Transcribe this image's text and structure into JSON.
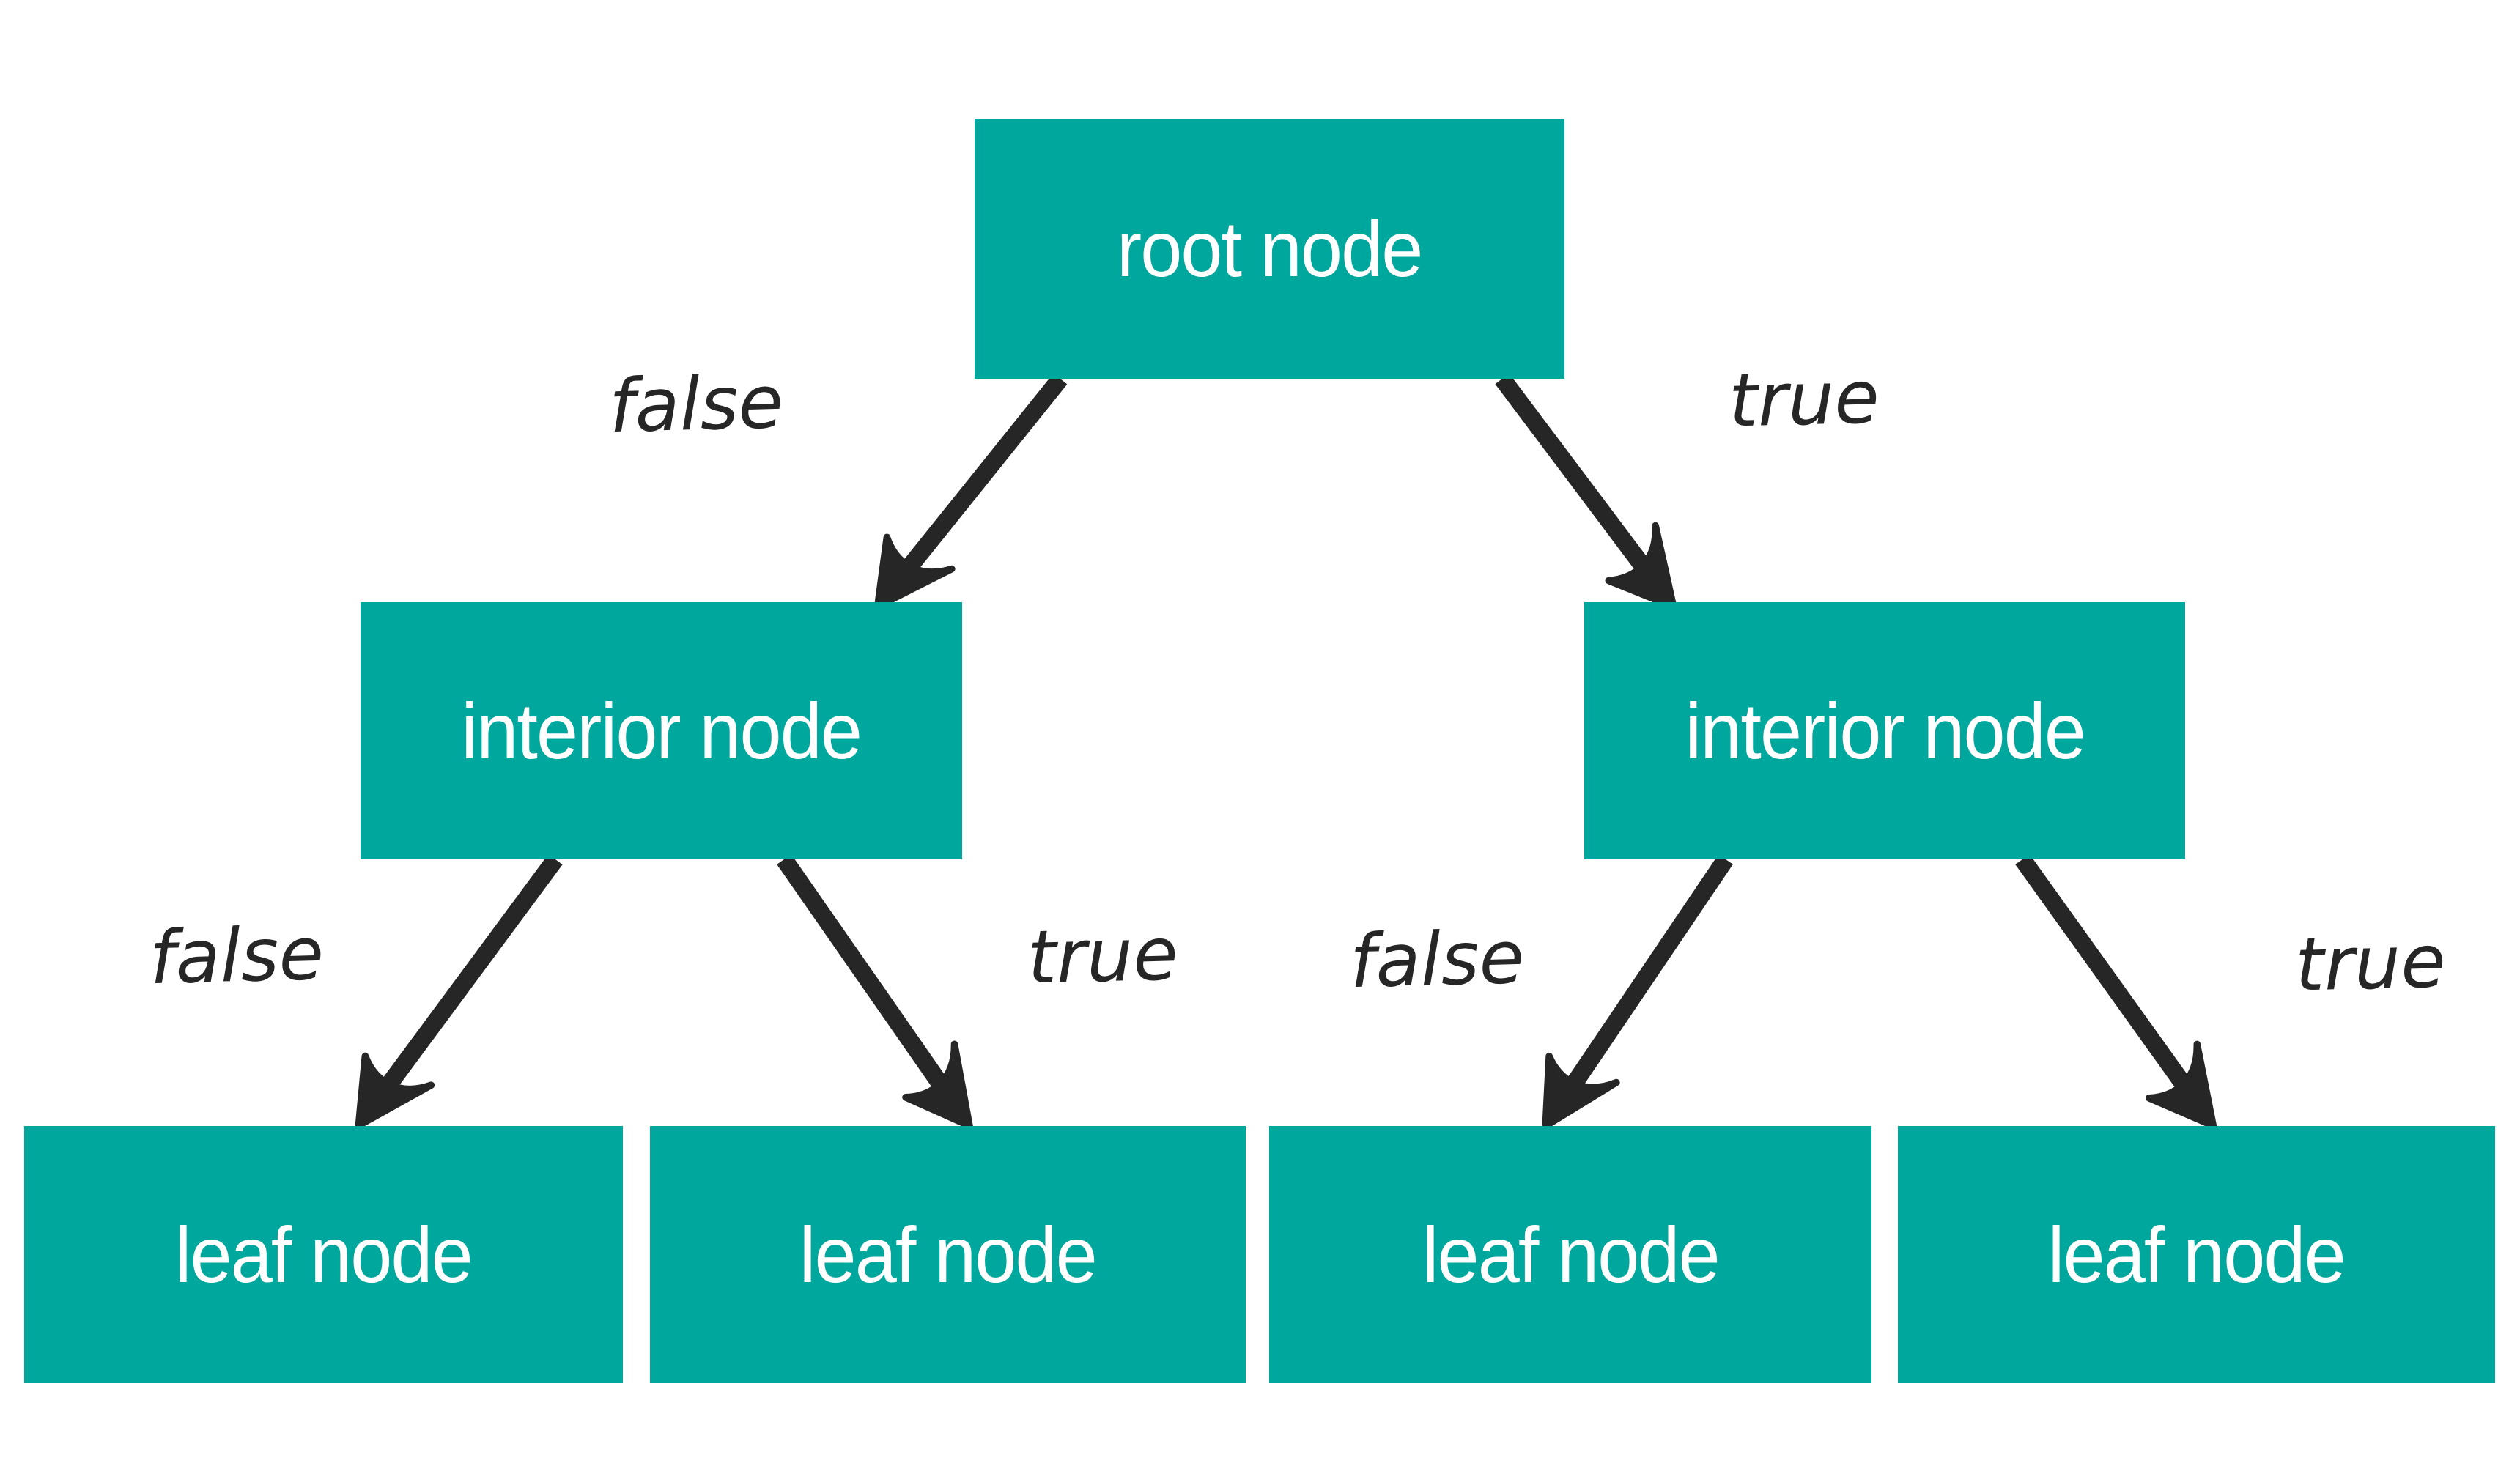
{
  "colors": {
    "node_fill": "#00A79C",
    "node_text": "#FFFFFF",
    "edge": "#262626",
    "background": "#FFFFFF"
  },
  "nodes": [
    {
      "id": "root",
      "label": "root node"
    },
    {
      "id": "interior-left",
      "label": "interior node"
    },
    {
      "id": "interior-right",
      "label": "interior node"
    },
    {
      "id": "leaf-1",
      "label": "leaf node"
    },
    {
      "id": "leaf-2",
      "label": "leaf node"
    },
    {
      "id": "leaf-3",
      "label": "leaf node"
    },
    {
      "id": "leaf-4",
      "label": "leaf node"
    }
  ],
  "edges": [
    {
      "from": "root",
      "to": "interior-left",
      "label": "false"
    },
    {
      "from": "root",
      "to": "interior-right",
      "label": "true"
    },
    {
      "from": "interior-left",
      "to": "leaf-1",
      "label": "false"
    },
    {
      "from": "interior-left",
      "to": "leaf-2",
      "label": "true"
    },
    {
      "from": "interior-right",
      "to": "leaf-3",
      "label": "false"
    },
    {
      "from": "interior-right",
      "to": "leaf-4",
      "label": "true"
    }
  ]
}
